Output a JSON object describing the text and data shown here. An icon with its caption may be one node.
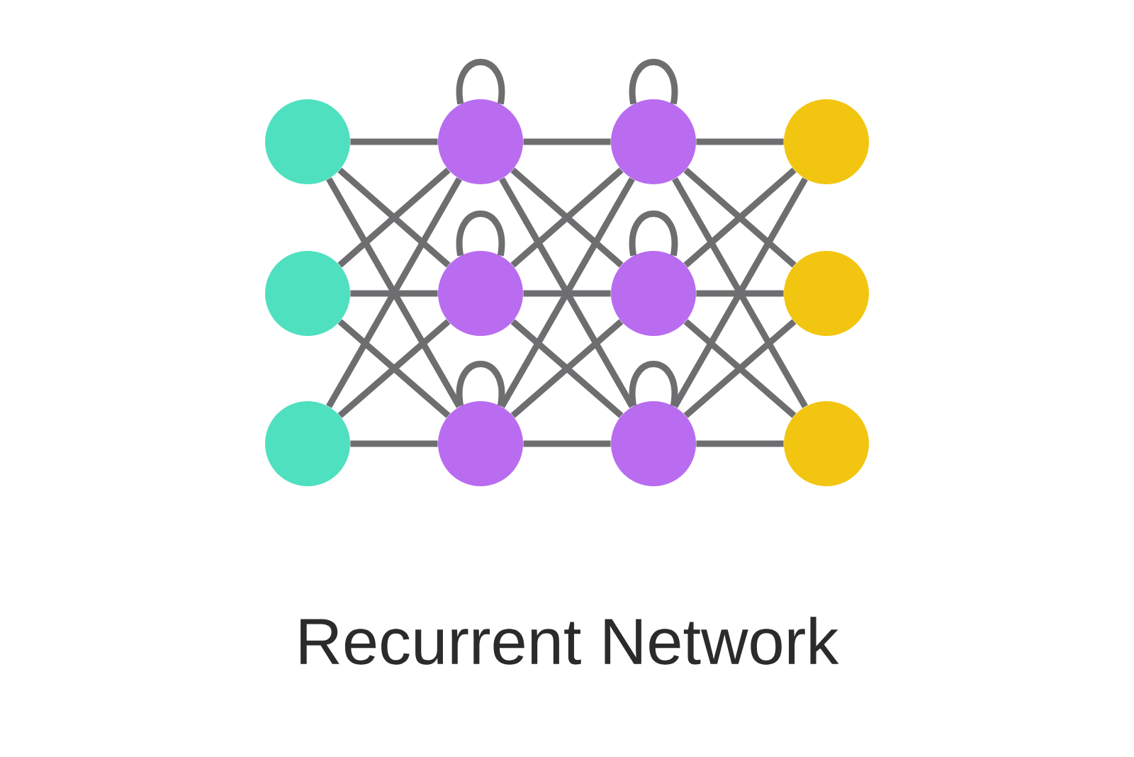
{
  "diagram": {
    "caption": "Recurrent Network",
    "nodes": [
      {
        "text": [],
        "shape": "circle"
      },
      {
        "text": [],
        "shape": "circle"
      },
      {
        "text": [],
        "shape": "circle"
      },
      {
        "text": [],
        "shape": "circle"
      },
      {
        "text": [],
        "shape": "circle"
      },
      {
        "text": [],
        "shape": "circle"
      },
      {
        "text": [],
        "shape": "circle"
      },
      {
        "text": [],
        "shape": "circle"
      },
      {
        "text": [],
        "shape": "circle"
      },
      {
        "text": [],
        "shape": "circle"
      },
      {
        "text": [],
        "shape": "circle"
      },
      {
        "text": [],
        "shape": "circle"
      }
    ],
    "edges": [
      {
        "from": 0,
        "to": 3,
        "arrow": "none"
      },
      {
        "from": 0,
        "to": 4,
        "arrow": "none"
      },
      {
        "from": 0,
        "to": 5,
        "arrow": "none"
      },
      {
        "from": 1,
        "to": 3,
        "arrow": "none"
      },
      {
        "from": 1,
        "to": 4,
        "arrow": "none"
      },
      {
        "from": 1,
        "to": 5,
        "arrow": "none"
      },
      {
        "from": 2,
        "to": 3,
        "arrow": "none"
      },
      {
        "from": 2,
        "to": 4,
        "arrow": "none"
      },
      {
        "from": 2,
        "to": 5,
        "arrow": "none"
      },
      {
        "from": 3,
        "to": 6,
        "arrow": "none"
      },
      {
        "from": 3,
        "to": 7,
        "arrow": "none"
      },
      {
        "from": 3,
        "to": 8,
        "arrow": "none"
      },
      {
        "from": 4,
        "to": 6,
        "arrow": "none"
      },
      {
        "from": 4,
        "to": 7,
        "arrow": "none"
      },
      {
        "from": 4,
        "to": 8,
        "arrow": "none"
      },
      {
        "from": 5,
        "to": 6,
        "arrow": "none"
      },
      {
        "from": 5,
        "to": 7,
        "arrow": "none"
      },
      {
        "from": 5,
        "to": 8,
        "arrow": "none"
      },
      {
        "from": 6,
        "to": 9,
        "arrow": "none"
      },
      {
        "from": 6,
        "to": 10,
        "arrow": "none"
      },
      {
        "from": 6,
        "to": 11,
        "arrow": "none"
      },
      {
        "from": 7,
        "to": 9,
        "arrow": "none"
      },
      {
        "from": 7,
        "to": 10,
        "arrow": "none"
      },
      {
        "from": 7,
        "to": 11,
        "arrow": "none"
      },
      {
        "from": 8,
        "to": 9,
        "arrow": "none"
      },
      {
        "from": 8,
        "to": 10,
        "arrow": "none"
      },
      {
        "from": 8,
        "to": 11,
        "arrow": "none"
      },
      {
        "from": 3,
        "to": 3,
        "arrow": "none"
      },
      {
        "from": 4,
        "to": 4,
        "arrow": "none"
      },
      {
        "from": 5,
        "to": 5,
        "arrow": "none"
      },
      {
        "from": 6,
        "to": 6,
        "arrow": "none"
      },
      {
        "from": 7,
        "to": 7,
        "arrow": "none"
      },
      {
        "from": 8,
        "to": 8,
        "arrow": "none"
      }
    ]
  }
}
